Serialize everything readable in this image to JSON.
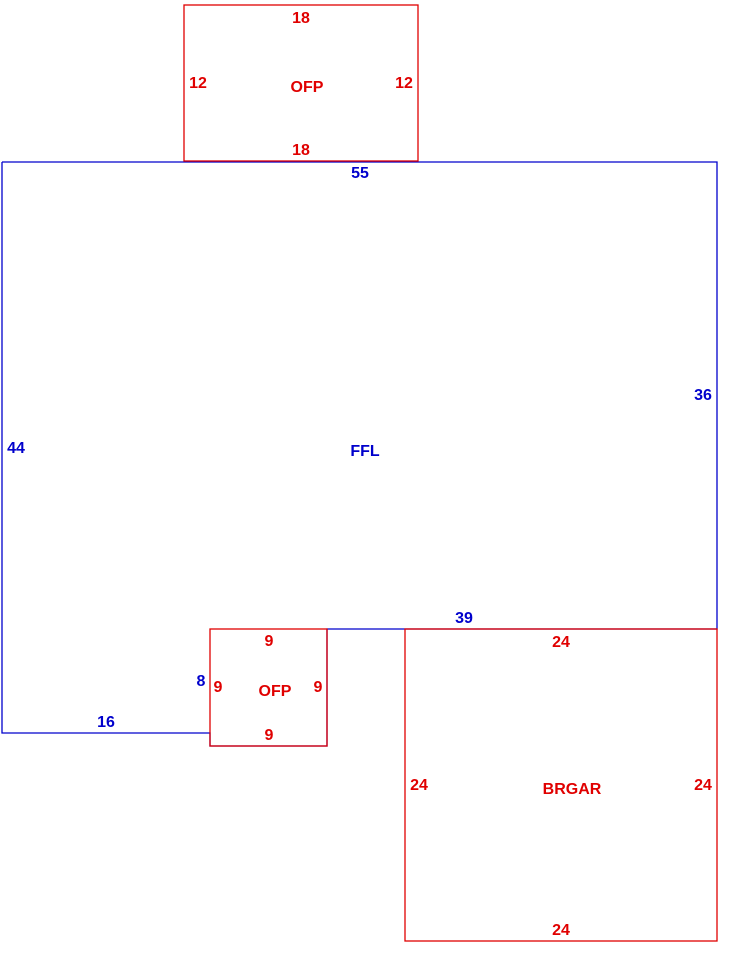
{
  "colors": {
    "living": "#0000cc",
    "porch": "#e00000",
    "garage": "#e00000"
  },
  "areas": {
    "ffl": {
      "name": "FFL"
    },
    "top_porch": {
      "name": "OFP"
    },
    "small_porch": {
      "name": "OFP"
    },
    "garage": {
      "name": "BRGAR"
    }
  },
  "dimensions": {
    "ffl_top": "55",
    "ffl_right": "36",
    "ffl_left": "44",
    "ffl_bottom_right": "39",
    "ffl_notch_side": "8",
    "ffl_bottom_left": "16",
    "top_porch_top": "18",
    "top_porch_bottom": "18",
    "top_porch_left": "12",
    "top_porch_right": "12",
    "small_porch_top": "9",
    "small_porch_bottom": "9",
    "small_porch_left": "9",
    "small_porch_right": "9",
    "garage_top": "24",
    "garage_bottom": "24",
    "garage_left": "24",
    "garage_right": "24"
  }
}
